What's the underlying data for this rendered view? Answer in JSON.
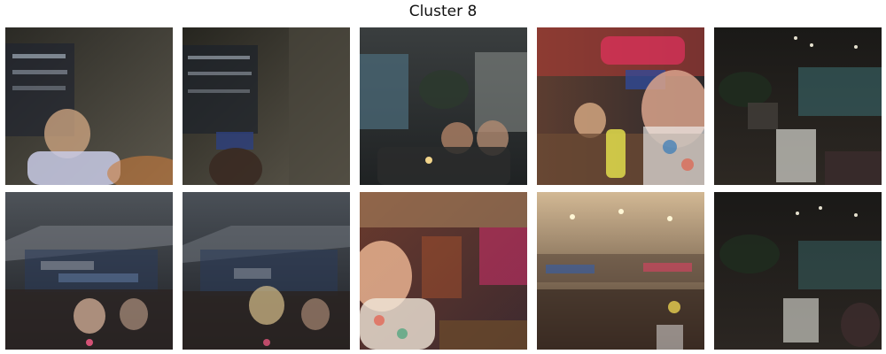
{
  "figure": {
    "title": "Cluster 8"
  },
  "tiles": [
    {
      "scene": "restaurant-interior-man-seated",
      "colors": [
        "#3b3a33",
        "#6f6b5f",
        "#c6c4d6"
      ]
    },
    {
      "scene": "restaurant-interior-bar-shelves",
      "colors": [
        "#2f2e27",
        "#6b665a",
        "#8a7a6a"
      ]
    },
    {
      "scene": "restaurant-interior-group-selfie",
      "colors": [
        "#3d4140",
        "#6c7b79",
        "#a39c8d"
      ]
    },
    {
      "scene": "colorful-bar-selfie",
      "colors": [
        "#6a3f2b",
        "#d43b35",
        "#d9b29b"
      ]
    },
    {
      "scene": "dark-dining-room",
      "colors": [
        "#1f1d1a",
        "#3b332b",
        "#d1d1c8"
      ]
    },
    {
      "scene": "panoramic-windows-night-group",
      "colors": [
        "#1d2026",
        "#6d7076",
        "#9aa0a6"
      ]
    },
    {
      "scene": "panoramic-windows-night-group-2",
      "colors": [
        "#1f2228",
        "#5d6268",
        "#b4a498"
      ]
    },
    {
      "scene": "colorful-bar-wide-selfie",
      "colors": [
        "#5a2d2d",
        "#d23b6b",
        "#f0c39b"
      ]
    },
    {
      "scene": "colorful-bar-wide-room",
      "colors": [
        "#4a3b2f",
        "#d8c0a0",
        "#b04a4a"
      ]
    },
    {
      "scene": "dark-dining-room-2",
      "colors": [
        "#1e1c1a",
        "#3a322b",
        "#cfcfc6"
      ]
    }
  ]
}
